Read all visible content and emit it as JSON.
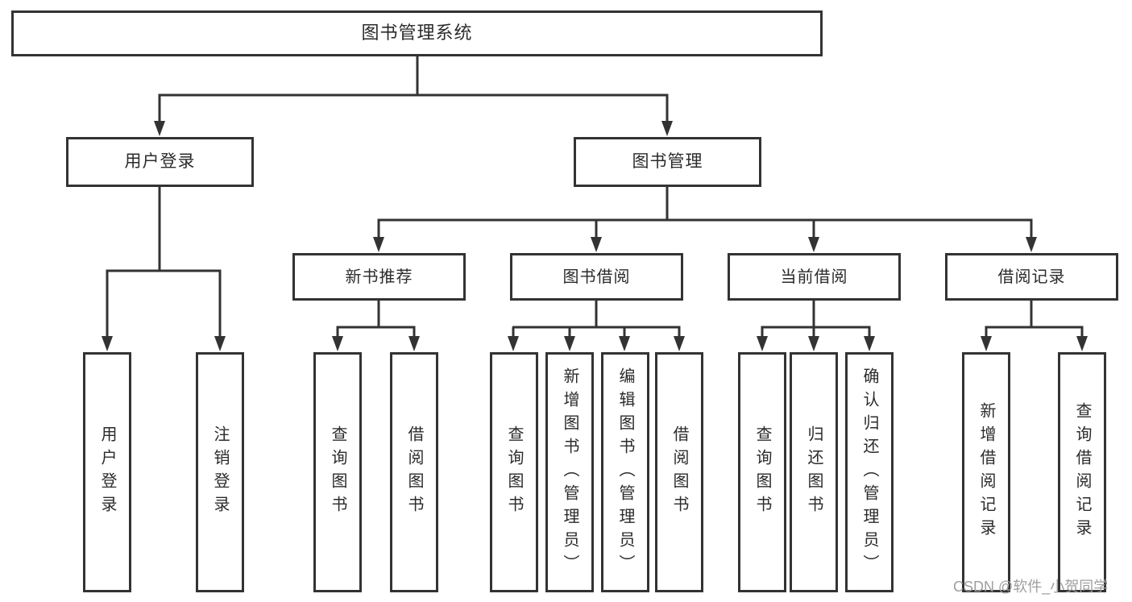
{
  "diagram": {
    "root": {
      "label": "图书管理系统"
    },
    "branches": [
      {
        "label": "用户登录",
        "children": [
          {
            "label": "用户登录"
          },
          {
            "label": "注销登录"
          }
        ]
      },
      {
        "label": "图书管理",
        "children": [
          {
            "label": "新书推荐",
            "children": [
              {
                "label": "查询图书"
              },
              {
                "label": "借阅图书"
              }
            ]
          },
          {
            "label": "图书借阅",
            "children": [
              {
                "label": "查询图书"
              },
              {
                "label": "新增图书（管理员）"
              },
              {
                "label": "编辑图书（管理员）"
              },
              {
                "label": "借阅图书"
              }
            ]
          },
          {
            "label": "当前借阅",
            "children": [
              {
                "label": "查询图书"
              },
              {
                "label": "归还图书"
              },
              {
                "label": "确认归还（管理员）"
              }
            ]
          },
          {
            "label": "借阅记录",
            "children": [
              {
                "label": "新增借阅记录"
              },
              {
                "label": "查询借阅记录"
              }
            ]
          }
        ]
      }
    ]
  },
  "watermark": {
    "text": "CSDN @软件_小贺同学"
  },
  "colors": {
    "line": "#333333",
    "box_border": "#333333",
    "text": "#2b2b2b",
    "watermark": "#9e9e9e",
    "background": "#ffffff"
  }
}
